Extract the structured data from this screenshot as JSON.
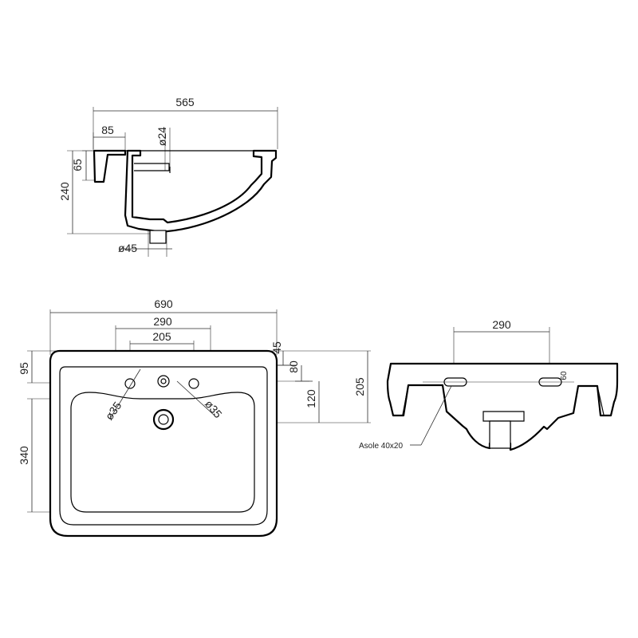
{
  "side_section": {
    "width": "565",
    "flange_width": "85",
    "drain_diameter": "ø24",
    "flange_height": "65",
    "total_height": "240",
    "waste_diameter": "ø45"
  },
  "top_view": {
    "overall_width": "690",
    "tap_spacing_outer": "290",
    "tap_spacing_inner": "205",
    "depth_45": "45",
    "depth_95": "95",
    "depth_80": "80",
    "depth_120": "120",
    "overall_depth": "205",
    "bowl_depth": "340",
    "hole_left": "ø35",
    "hole_right": "ø35"
  },
  "rear_view": {
    "slot_spacing": "290",
    "slot_height": "60",
    "slot_note": "Asole 40x20"
  }
}
